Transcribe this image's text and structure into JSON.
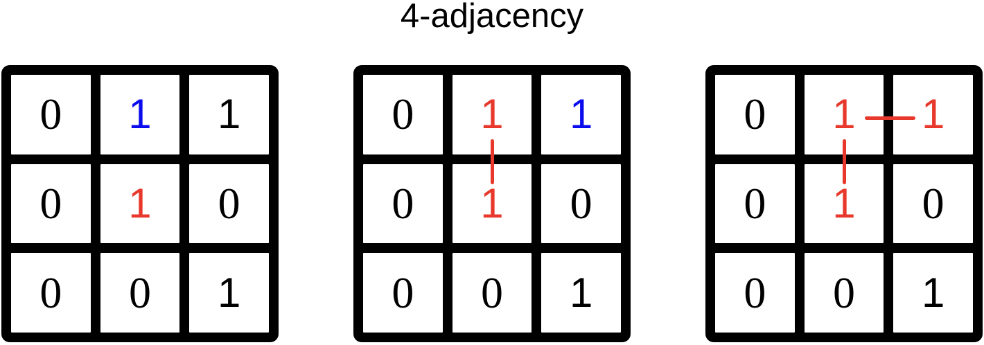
{
  "title": "4-adjacency",
  "colors": {
    "black": "#000000",
    "red": "#e8382c",
    "blue": "#0b0cee",
    "grid_lines": "#000000",
    "background": "#ffffff"
  },
  "grids": [
    {
      "name": "adjacency-step-1",
      "cells": [
        [
          {
            "value": "0",
            "color": "black"
          },
          {
            "value": "1",
            "color": "blue"
          },
          {
            "value": "1",
            "color": "black"
          }
        ],
        [
          {
            "value": "0",
            "color": "black"
          },
          {
            "value": "1",
            "color": "red"
          },
          {
            "value": "0",
            "color": "black"
          }
        ],
        [
          {
            "value": "0",
            "color": "black"
          },
          {
            "value": "0",
            "color": "black"
          },
          {
            "value": "1",
            "color": "black"
          }
        ]
      ],
      "connections": []
    },
    {
      "name": "adjacency-step-2",
      "cells": [
        [
          {
            "value": "0",
            "color": "black"
          },
          {
            "value": "1",
            "color": "red"
          },
          {
            "value": "1",
            "color": "blue"
          }
        ],
        [
          {
            "value": "0",
            "color": "black"
          },
          {
            "value": "1",
            "color": "red"
          },
          {
            "value": "0",
            "color": "black"
          }
        ],
        [
          {
            "value": "0",
            "color": "black"
          },
          {
            "value": "0",
            "color": "black"
          },
          {
            "value": "1",
            "color": "black"
          }
        ]
      ],
      "connections": [
        {
          "type": "vertical",
          "from": [
            0,
            1
          ],
          "to": [
            1,
            1
          ]
        }
      ]
    },
    {
      "name": "adjacency-step-3",
      "cells": [
        [
          {
            "value": "0",
            "color": "black"
          },
          {
            "value": "1",
            "color": "red"
          },
          {
            "value": "1",
            "color": "red"
          }
        ],
        [
          {
            "value": "0",
            "color": "black"
          },
          {
            "value": "1",
            "color": "red"
          },
          {
            "value": "0",
            "color": "black"
          }
        ],
        [
          {
            "value": "0",
            "color": "black"
          },
          {
            "value": "0",
            "color": "black"
          },
          {
            "value": "1",
            "color": "black"
          }
        ]
      ],
      "connections": [
        {
          "type": "horizontal",
          "from": [
            0,
            1
          ],
          "to": [
            0,
            2
          ]
        },
        {
          "type": "vertical",
          "from": [
            0,
            1
          ],
          "to": [
            1,
            1
          ]
        }
      ]
    }
  ]
}
